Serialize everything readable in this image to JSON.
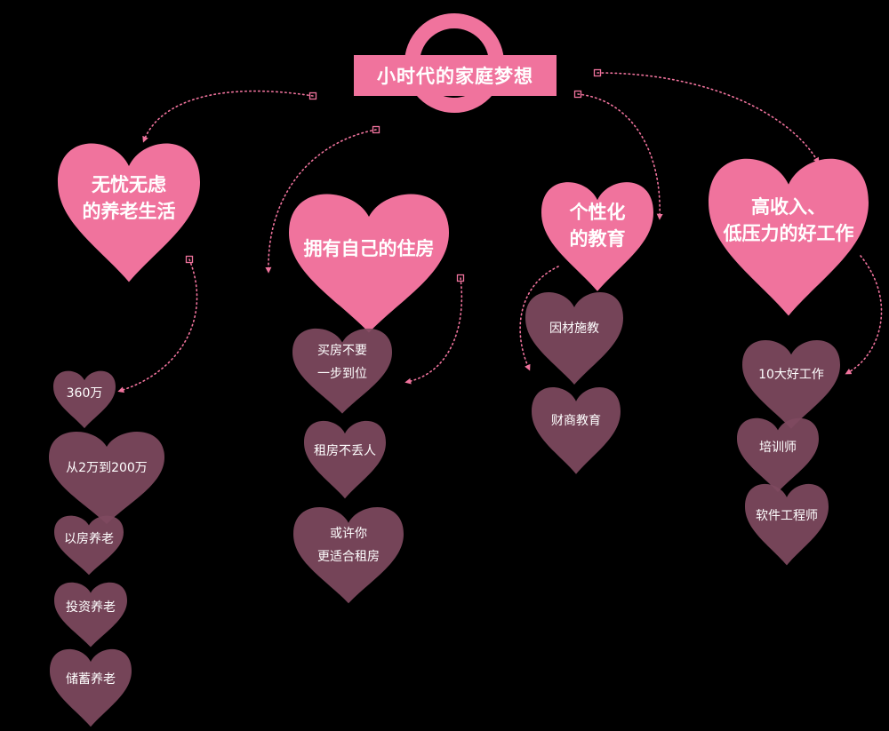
{
  "title": "小时代的家庭梦想",
  "colors": {
    "background": "#000000",
    "pink": "#f0739d",
    "mauve": "#7f4a60",
    "overlap": "#c5738f",
    "connector": "#f0739d",
    "text": "#ffffff"
  },
  "branches": [
    {
      "id": "retirement",
      "lines": [
        "无忧无虑",
        "的养老生活"
      ],
      "items": [
        {
          "lines": [
            "360万"
          ]
        },
        {
          "lines": [
            "从2万到200万"
          ]
        },
        {
          "lines": [
            "以房养老"
          ]
        },
        {
          "lines": [
            "投资养老"
          ]
        },
        {
          "lines": [
            "储蓄养老"
          ]
        }
      ]
    },
    {
      "id": "housing",
      "lines": [
        "拥有自己的住房"
      ],
      "items": [
        {
          "lines": [
            "买房不要",
            "一步到位"
          ]
        },
        {
          "lines": [
            "租房不丢人"
          ]
        },
        {
          "lines": [
            "或许你",
            "更适合租房"
          ]
        }
      ]
    },
    {
      "id": "education",
      "lines": [
        "个性化",
        "的教育"
      ],
      "items": [
        {
          "lines": [
            "因材施教"
          ]
        },
        {
          "lines": [
            "财商教育"
          ]
        }
      ]
    },
    {
      "id": "career",
      "lines": [
        "高收入、",
        "低压力的好工作"
      ],
      "items": [
        {
          "lines": [
            "10大好工作"
          ]
        },
        {
          "lines": [
            "培训师"
          ]
        },
        {
          "lines": [
            "软件工程师"
          ]
        }
      ]
    }
  ]
}
